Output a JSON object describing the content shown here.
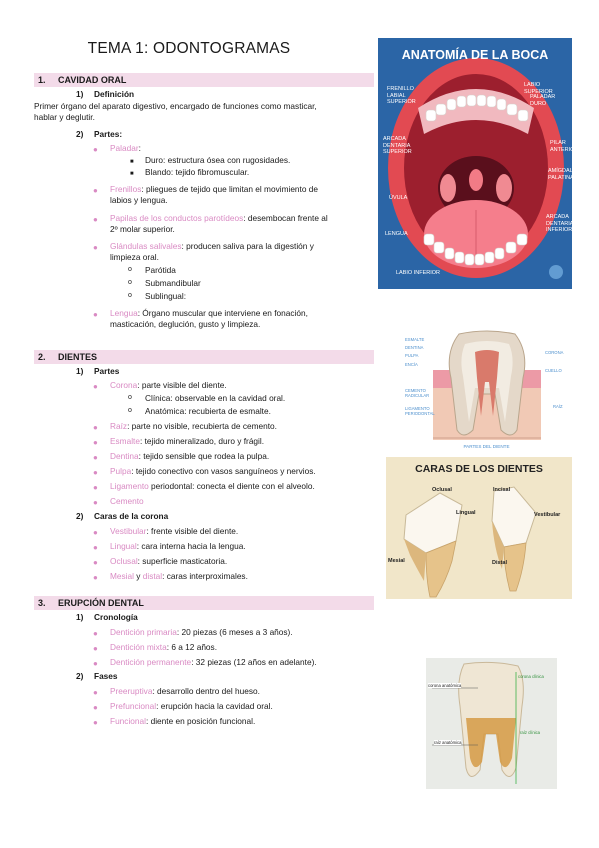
{
  "title": "TEMA 1: ODONTOGRAMAS",
  "s1": {
    "num": "1.",
    "title": "CAVIDAD ORAL",
    "def_num": "1)",
    "def_title": "Definición",
    "def_text1": "Primer órgano del aparato digestivo, encargado de funciones como masticar,",
    "def_text2": "hablar y deglutir.",
    "partes_num": "2)",
    "partes_title": "Partes:",
    "paladar": "Paladar",
    "paladar_rest": ":",
    "duro": "Duro: estructura ósea con rugosidades.",
    "blando": "Blando: tejido fibromuscular.",
    "frenillos": "Frenillos",
    "frenillos_rest": ": pliegues de tejido que limitan el movimiento de",
    "frenillos_2": "labios y lengua.",
    "papilas": "Papilas de los conductos parotídeos",
    "papilas_rest": ": desembocan frente al",
    "papilas_2": "2º molar superior.",
    "glandulas": "Glándulas salivales",
    "glandulas_rest": ": producen saliva para la digestión y",
    "glandulas_2": "limpieza oral.",
    "parotida": "Parótida",
    "submandibular": "Submandibular",
    "sublingual": "Sublingual:",
    "lengua": "Lengua",
    "lengua_rest": ": Órgano muscular que interviene en fonación,",
    "lengua_2": "masticación, deglución, gusto y limpieza."
  },
  "s2": {
    "num": "2.",
    "title": "DIENTES",
    "partes_num": "1)",
    "partes_title": "Partes",
    "corona": "Corona",
    "corona_rest": ": parte visible del diente.",
    "clinica": "Clínica: observable en la cavidad oral.",
    "anatomica": "Anatómica: recubierta de esmalte.",
    "raiz": "Raíz",
    "raiz_rest": ": parte no visible, recubierta de cemento.",
    "esmalte": "Esmalte",
    "esmalte_rest": ": tejido mineralizado, duro y frágil.",
    "dentina": "Dentina",
    "dentina_rest": ": tejido sensible que rodea la pulpa.",
    "pulpa": "Pulpa",
    "pulpa_rest": ": tejido conectivo con vasos sanguíneos y nervios.",
    "ligamento": "Ligamento",
    "ligamento_rest": " periodontal: conecta el diente con el alveolo.",
    "cemento": "Cemento",
    "caras_num": "2)",
    "caras_title": "Caras de la corona",
    "vestibular": "Vestibular",
    "vestibular_rest": ": frente visible del diente.",
    "lingual": "Lingual",
    "lingual_rest": ": cara interna hacia la lengua.",
    "oclusal": "Oclusal",
    "oclusal_rest": ": superficie masticatoria.",
    "mesial": "Mesial",
    "y": " y ",
    "distal": "distal",
    "md_rest": ": caras interproximales."
  },
  "s3": {
    "num": "3.",
    "title": "ERUPCIÓN DENTAL",
    "crono_num": "1)",
    "crono_title": "Cronología",
    "primaria": "Dentición primaria",
    "primaria_rest": ": 20 piezas (6 meses a 3 años).",
    "mixta": "Dentición mixta",
    "mixta_rest": ": 6 a 12 años.",
    "permanente": "Dentición permanente",
    "permanente_rest": ": 32 piezas (12 años en adelante).",
    "fases_num": "2)",
    "fases_title": "Fases",
    "preeruptiva": "Preeruptiva",
    "preeruptiva_rest": ": desarrollo dentro del hueso.",
    "prefuncional": "Prefuncional",
    "prefuncional_rest": ": erupción hacia la cavidad oral.",
    "funcional": "Funcional",
    "funcional_rest": ": diente en posición funcional."
  },
  "images": {
    "boca": {
      "title": "ANATOMÍA DE LA BOCA",
      "labels_left": [
        "FRENILLO LABIAL SUPERIOR",
        "ARCADA DENTARIA SUPERIOR",
        "ÚVULA",
        "LENGUA",
        "LABIO INFERIOR"
      ],
      "labels_right": [
        "LABIO SUPERIOR",
        "PALADAR DURO",
        "PILAR ANTERIOR",
        "AMÍGDALA PALATINA",
        "ARCADA DENTARIA INFERIOR"
      ]
    },
    "diente": {
      "caption": "PARTES DEL DIENTE",
      "labels_left": [
        "ESMALTE",
        "DENTINA",
        "PULPA",
        "ENCÍA",
        "CEMENTO RADICULAR",
        "LIGAMENTO PERIODONTAL"
      ],
      "labels_right": [
        "CORONA",
        "CUELLO",
        "RAÍZ"
      ]
    },
    "caras": {
      "title": "CARAS DE LOS DIENTES",
      "labels": [
        "Oclusal",
        "Incisal",
        "Lingual",
        "Vestibular",
        "Mesial",
        "Distal"
      ]
    },
    "molar": {
      "labels": [
        "corona anatómica",
        "corona clínica",
        "raíz anatómica",
        "raíz clínica"
      ]
    }
  },
  "colors": {
    "accent": "#d98ac3",
    "header_bg": "#f3dbe9",
    "boca_bg": "#2b65a6",
    "caras_bg": "#f1e6c9"
  }
}
